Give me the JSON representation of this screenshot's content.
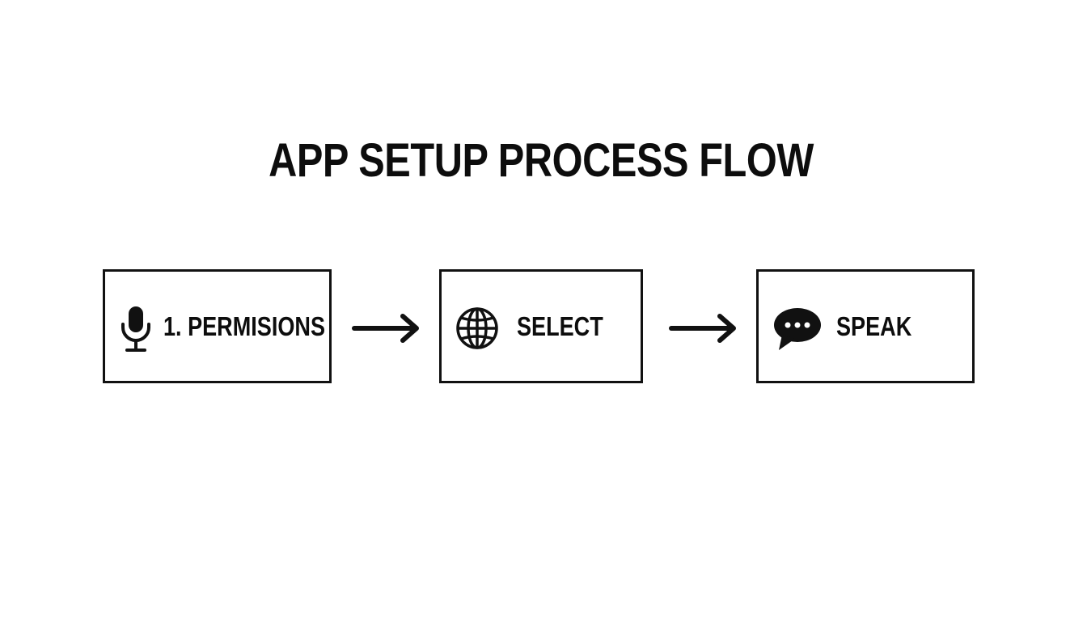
{
  "diagram": {
    "title": "APP SETUP PROCESS FLOW",
    "steps": [
      {
        "label": "1. PERMISIONS",
        "icon": "microphone-icon"
      },
      {
        "label": "SELECT",
        "icon": "globe-icon"
      },
      {
        "label": "SPEAK",
        "icon": "speech-bubble-icon"
      }
    ],
    "connectors": [
      {
        "from": 0,
        "to": 1,
        "icon": "arrow-right-icon"
      },
      {
        "from": 1,
        "to": 2,
        "icon": "arrow-right-icon"
      }
    ]
  },
  "colors": {
    "background": "#ffffff",
    "ink": "#111111"
  }
}
